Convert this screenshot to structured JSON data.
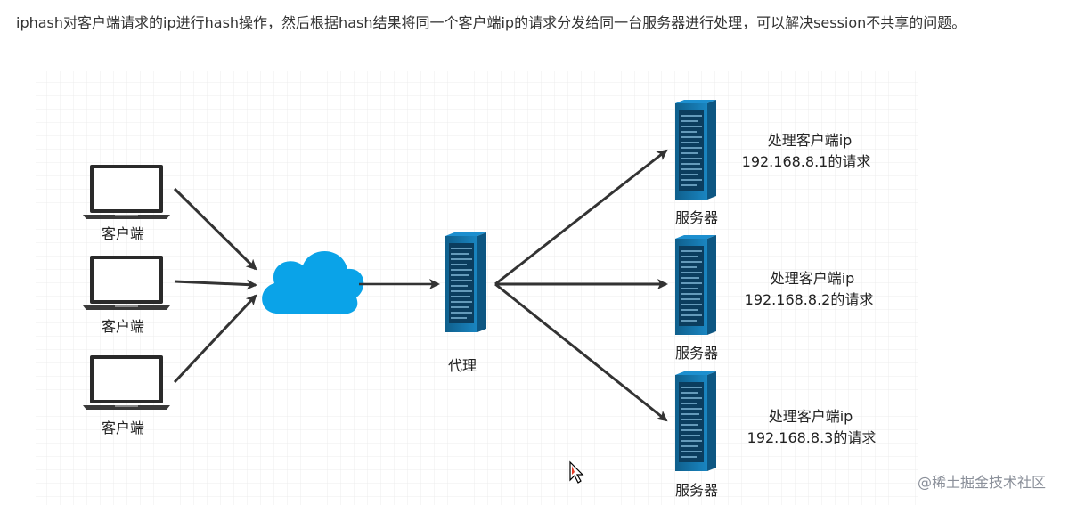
{
  "intro_text": "iphash对客户端请求的ip进行hash操作，然后根据hash结果将同一个客户端ip的请求分发给同一台服务器进行处理，可以解决session不共享的问题。",
  "diagram": {
    "clients": [
      {
        "label": "客户端"
      },
      {
        "label": "客户端"
      },
      {
        "label": "客户端"
      }
    ],
    "proxy": {
      "label": "代理"
    },
    "servers": [
      {
        "label": "服务器",
        "note_line1": "处理客户端ip",
        "note_line2": "192.168.8.1的请求"
      },
      {
        "label": "服务器",
        "note_line1": "处理客户端ip",
        "note_line2": "192.168.8.2的请求"
      },
      {
        "label": "服务器",
        "note_line1": "处理客户端ip",
        "note_line2": "192.168.8.3的请求"
      }
    ]
  },
  "watermark": "@稀土掘金技术社区",
  "colors": {
    "cloud": "#0aa3e8",
    "server": "#1473a8",
    "arrow": "#333333",
    "grid": "#e4e4e4"
  },
  "icons": {
    "client": "laptop-icon",
    "network": "cloud-icon",
    "proxy": "server-rack-icon",
    "server": "server-rack-icon"
  }
}
